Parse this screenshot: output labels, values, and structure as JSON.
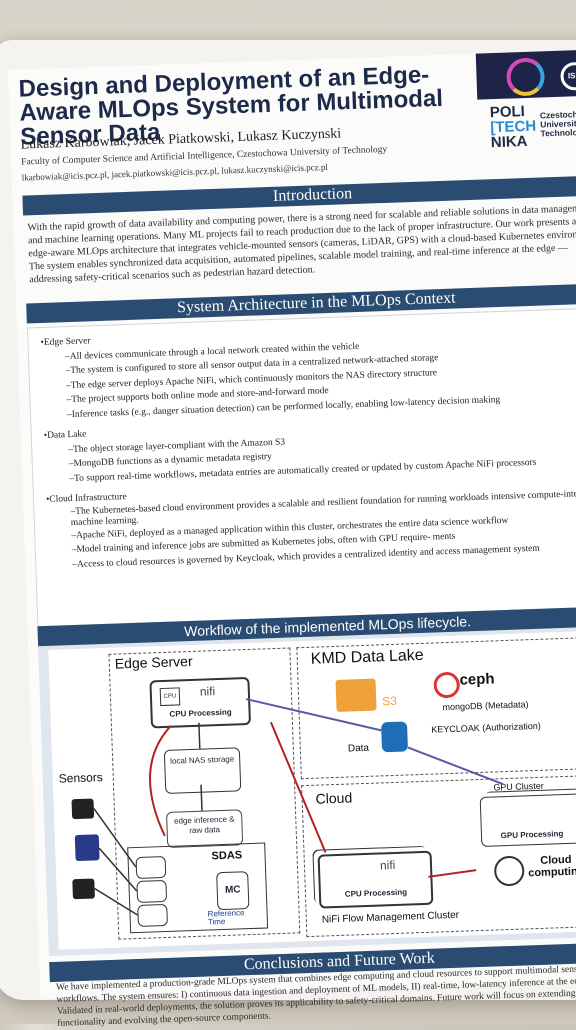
{
  "poster": {
    "title": "Design and Deployment of an Edge-Aware MLOps System for Multimodal Sensor Data",
    "authors": "Lukasz Karbowiak, Jacek Piatkowski, Lukasz Kuczynski",
    "affiliation": "Faculty of Computer Science and Artificial Intelligence, Czestochowa University of Technology",
    "emails": "lkarbowiak@icis.pcz.pl, jacek.piatkowski@icis.pcz.pl, lukasz.kuczynski@icis.pcz.pl",
    "logo_poli": "POLI",
    "logo_tech": "[TECH",
    "logo_nika": "NIKA",
    "logo_czest": "Czestochowa University of Technology",
    "logo_isd": "ISD"
  },
  "intro": {
    "heading": "Introduction",
    "text": "With the rapid growth of data availability and computing power, there is a strong need for scalable and reliable solutions in data management and machine learning operations. Many ML projects fail to reach production due to the lack of proper infrastructure. Our work presents an edge-aware MLOps architecture that integrates vehicle-mounted sensors (cameras, LiDAR, GPS) with a cloud-based Kubernetes environment. The system enables synchronized data acquisition, automated pipelines, scalable model training, and real-time inference at the edge — addressing safety-critical scenarios such as pedestrian hazard detection."
  },
  "architecture": {
    "heading": "System Architecture in the MLOps Context",
    "sections": [
      {
        "title": "Edge Server",
        "items": [
          "All devices communicate through a local network created within the vehicle",
          "The system is configured to store all sensor output data in a centralized network-attached storage",
          "The edge server deploys Apache NiFi, which continuously monitors the NAS directory structure",
          "The project supports both online mode and store-and-forward mode",
          "Inference tasks (e.g., danger situation detection) can be performed locally, enabling low-latency decision making"
        ]
      },
      {
        "title": "Data Lake",
        "items": [
          "The object storage layer-compliant with the Amazon S3",
          "MongoDB functions as a dynamic metadata registry",
          "To support real-time workflows, metadata entries are automatically created or updated by custom Apache NiFi processors"
        ]
      },
      {
        "title": "Cloud Infrastructure",
        "items": [
          "The Kubernetes-based cloud environment provides a scalable and resilient foundation for running workloads intensive compute-intensive machine learning.",
          "Apache NiFi, deployed as a managed application within this cluster, orchestrates the entire data science workflow",
          "Model training and inference jobs are submitted as Kubernetes jobs, often with GPU require- ments",
          "Access to cloud resources is governed by Keycloak, which provides a centralized identity and access management system"
        ]
      }
    ]
  },
  "workflow": {
    "heading": "Workflow of the implemented MLOps lifecycle.",
    "edge_server": "Edge Server",
    "cpu_processing": "CPU Processing",
    "nifi": "nifi",
    "cpu": "CPU",
    "local_nas": "local NAS storage",
    "edge_inference": "edge inference & raw data",
    "sensors": "Sensors",
    "sdas": "SDAS",
    "mc": "MC",
    "ref_time": "Reference Time",
    "kmd": "KMD Data Lake",
    "s3": "S3",
    "ceph": "ceph",
    "mongodb": "mongoDB (Metadata)",
    "keycloak": "KEYCLOAK (Authorization)",
    "data": "Data",
    "cloud": "Cloud",
    "gpu_cluster": "GPU Cluster",
    "gpu_processing": "GPU Processing",
    "cloud_computing": "Cloud computing",
    "nifi_cluster": "NiFi Flow Management Cluster",
    "colors": {
      "accent": "#2b4c72",
      "red_arrow": "#b22222",
      "blue_arrow": "#5a5aa8",
      "s3_orange": "#f0a23a"
    }
  },
  "conclusions": {
    "heading": "Conclusions and Future Work",
    "text": "We have implemented a production-grade MLOps system that combines edge computing and cloud resources to support multimodal sensor data workflows. The system ensures: I) continuous data ingestion and deployment of ML models, II) real-time, low-latency inference at the edge. Validated in real-world deployments, the solution proves its applicability to safety-critical domains. Future work will focus on extending functionality and evolving the open-source components."
  }
}
